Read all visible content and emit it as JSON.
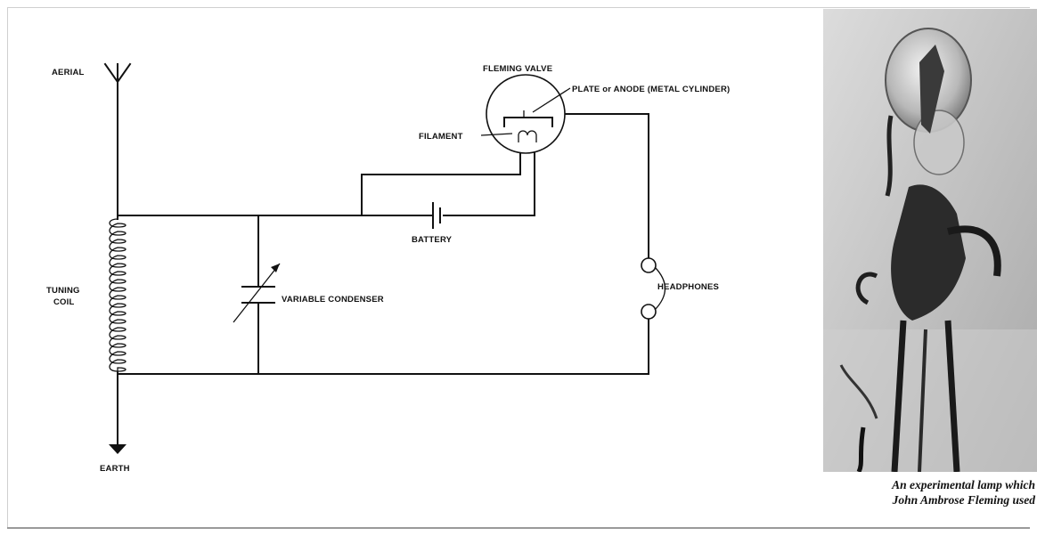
{
  "diagram": {
    "labels": {
      "aerial": "AERIAL",
      "fleming_valve": "FLEMING VALVE",
      "plate": "PLATE or ANODE (METAL CYLINDER)",
      "filament": "FILAMENT",
      "battery": "BATTERY",
      "tuning_coil_line1": "TUNING",
      "tuning_coil_line2": "COIL",
      "variable_condenser": "VARIABLE CONDENSER",
      "headphones": "HEADPHONES",
      "earth": "EARTH"
    }
  },
  "photo": {
    "subject": "experimental Fleming valve lamp",
    "caption_line1": "An experimental lamp which",
    "caption_line2": "John Ambrose Fleming used"
  }
}
